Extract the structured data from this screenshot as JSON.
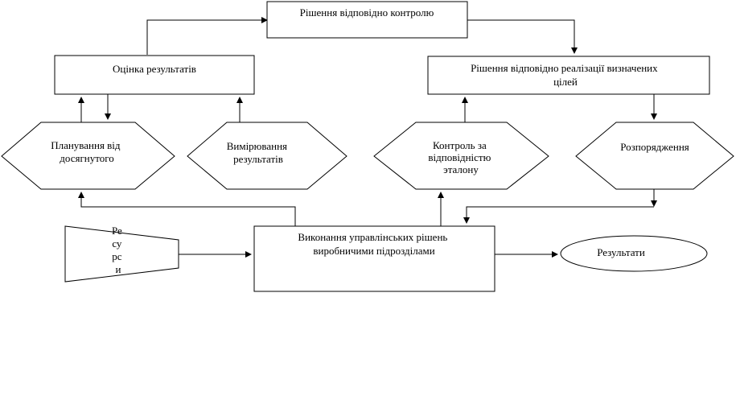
{
  "diagram": {
    "nodes": {
      "decision_control": {
        "lines": [
          "Рішення відповідно контролю"
        ]
      },
      "evaluation": {
        "lines": [
          "Оцінка результатів"
        ]
      },
      "decision_goals": {
        "lines": [
          "Рішення відповідно реалізації визначених",
          "цілей"
        ]
      },
      "planning": {
        "lines": [
          "Планування від",
          "досягнутого"
        ]
      },
      "measurement": {
        "lines": [
          "Вимірювання",
          "результатів"
        ]
      },
      "control": {
        "lines": [
          "Контроль за",
          "відповідністю",
          "эталону"
        ]
      },
      "orders": {
        "lines": [
          "Розпорядження"
        ]
      },
      "resources": {
        "lines": [
          "Ре",
          "су",
          "рс",
          "и"
        ]
      },
      "execution": {
        "lines": [
          "Виконання управлінських рішень",
          "виробничими підрозділами"
        ]
      },
      "results": {
        "lines": [
          "Результати"
        ]
      }
    }
  },
  "colors": {
    "stroke": "#000000",
    "background": "#ffffff"
  }
}
